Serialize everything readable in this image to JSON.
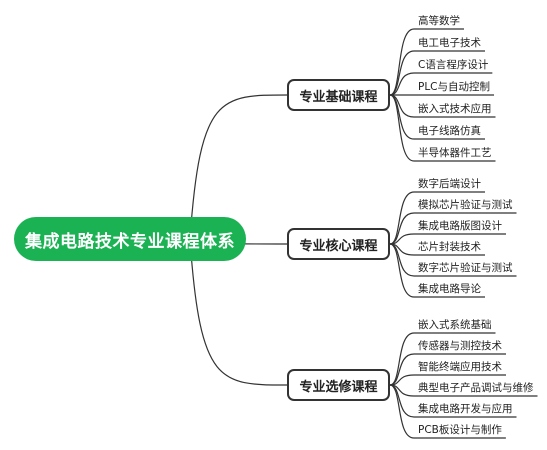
{
  "root": {
    "label": "集成电路技术专业课程体系",
    "color": "#1bb254"
  },
  "branches": [
    {
      "label": "专业基础课程",
      "items": [
        "高等数学",
        "电工电子技术",
        "C语言程序设计",
        "PLC与自动控制",
        "嵌入式技术应用",
        "电子线路仿真",
        "半导体器件工艺"
      ]
    },
    {
      "label": "专业核心课程",
      "items": [
        "数字后端设计",
        "模拟芯片验证与测试",
        "集成电路版图设计",
        "芯片封装技术",
        "数字芯片验证与测试",
        "集成电路导论"
      ]
    },
    {
      "label": "专业选修课程",
      "items": [
        "嵌入式系统基础",
        "传感器与测控技术",
        "智能终端应用技术",
        "典型电子产品调试与维修",
        "集成电路开发与应用",
        "PCB板设计与制作"
      ]
    }
  ]
}
